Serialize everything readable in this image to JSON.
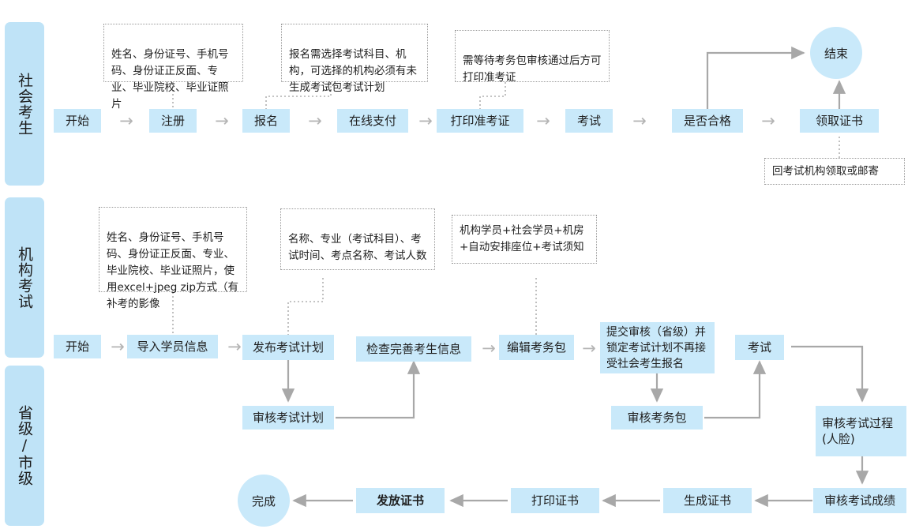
{
  "lanes": [
    {
      "id": "lane-social",
      "label": "社会考生"
    },
    {
      "id": "lane-org",
      "label": "机构考试"
    },
    {
      "id": "lane-province",
      "label": "省级/市级"
    }
  ],
  "row_social": {
    "nodes": [
      {
        "id": "start",
        "label": "开始"
      },
      {
        "id": "register",
        "label": "注册"
      },
      {
        "id": "signup",
        "label": "报名"
      },
      {
        "id": "online-pay",
        "label": "在线支付"
      },
      {
        "id": "print-ticket",
        "label": "打印准考证"
      },
      {
        "id": "exam",
        "label": "考试"
      },
      {
        "id": "is-qualified",
        "label": "是否合格"
      },
      {
        "id": "get-cert",
        "label": "领取证书"
      }
    ],
    "terminator": {
      "id": "end",
      "label": "结束"
    },
    "notes": [
      {
        "id": "note-register",
        "text": "姓名、身份证号、手机号码、身份证正反面、专业、毕业院校、毕业证照片"
      },
      {
        "id": "note-signup",
        "text": "报名需选择考试科目、机构，可选择的机构必须有未生成考试包考试计划"
      },
      {
        "id": "note-ticket",
        "text": "需等待考务包审核通过后方可打印准考证"
      },
      {
        "id": "note-getcert",
        "text": "回考试机构领取或邮寄"
      }
    ]
  },
  "row_org": {
    "nodes": [
      {
        "id": "org-start",
        "label": "开始"
      },
      {
        "id": "import-students",
        "label": "导入学员信息"
      },
      {
        "id": "publish-plan",
        "label": "发布考试计划"
      },
      {
        "id": "check-candidates",
        "label": "检查完善考生信息"
      },
      {
        "id": "edit-package",
        "label": "编辑考务包"
      },
      {
        "id": "submit-review",
        "label": "提交审核（省级）并锁定考试计划不再接受社会考生报名"
      },
      {
        "id": "org-exam",
        "label": "考试"
      }
    ],
    "notes": [
      {
        "id": "note-import",
        "text": "姓名、身份证号、手机号码、身份证正反面、专业、毕业院校、毕业证照片，使用excel+jpeg zip方式（有补考的影像"
      },
      {
        "id": "note-plan",
        "text": "名称、专业（考试科目）、考试时间、考点名称、考试人数"
      },
      {
        "id": "note-package",
        "text": "机构学员+社会学员+机房+自动安排座位+考试须知"
      }
    ]
  },
  "row_province": {
    "nodes": [
      {
        "id": "review-plan",
        "label": "审核考试计划"
      },
      {
        "id": "review-package",
        "label": "审核考务包"
      },
      {
        "id": "review-process",
        "label": "审核考试过程\n(人脸)"
      },
      {
        "id": "review-score",
        "label": "审核考试成绩"
      },
      {
        "id": "generate-cert",
        "label": "生成证书"
      },
      {
        "id": "print-cert",
        "label": "打印证书"
      },
      {
        "id": "issue-cert",
        "label": "发放证书"
      }
    ],
    "terminator": {
      "id": "finish",
      "label": "完成"
    }
  },
  "colors": {
    "node_fill": "#c9e9fa",
    "lane_fill": "#bfe3f7",
    "connector": "#a8a8a8",
    "note_border": "#9a9a9a",
    "text": "#1f1f1f"
  },
  "icons": {
    "arrow_right": "→"
  }
}
